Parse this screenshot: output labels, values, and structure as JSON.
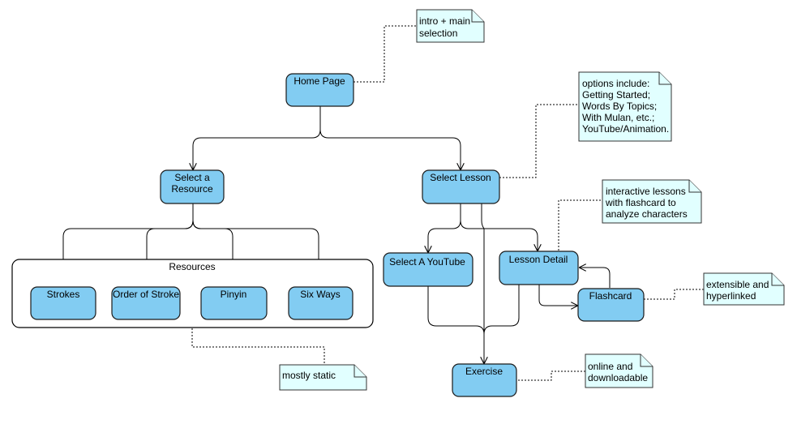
{
  "nodes": {
    "home_page": "Home Page",
    "select_resource": [
      "Select a",
      "Resource"
    ],
    "select_lesson": "Select Lesson",
    "resources_group": "Resources",
    "strokes": "Strokes",
    "order_of_stroke": "Order of Stroke",
    "pinyin": "Pinyin",
    "six_ways": "Six Ways",
    "select_youtube": "Select A YouTube",
    "lesson_detail": "Lesson Detail",
    "flashcard": "Flashcard",
    "exercise": "Exercise"
  },
  "notes": {
    "intro": [
      "intro + main",
      "selection"
    ],
    "options": [
      "options include:",
      "Getting Started;",
      "Words By Topics;",
      "With Mulan, etc.;",
      "YouTube/Animation."
    ],
    "interactive": [
      "interactive lessons",
      "with flashcard to",
      "analyze characters"
    ],
    "extensible": [
      "extensible and",
      "hyperlinked"
    ],
    "static": "mostly static",
    "online": [
      "online and",
      "downloadable"
    ]
  },
  "colors": {
    "node_fill": "#82CCF2",
    "note_fill": "#E1FFFF",
    "line": "#000000"
  }
}
